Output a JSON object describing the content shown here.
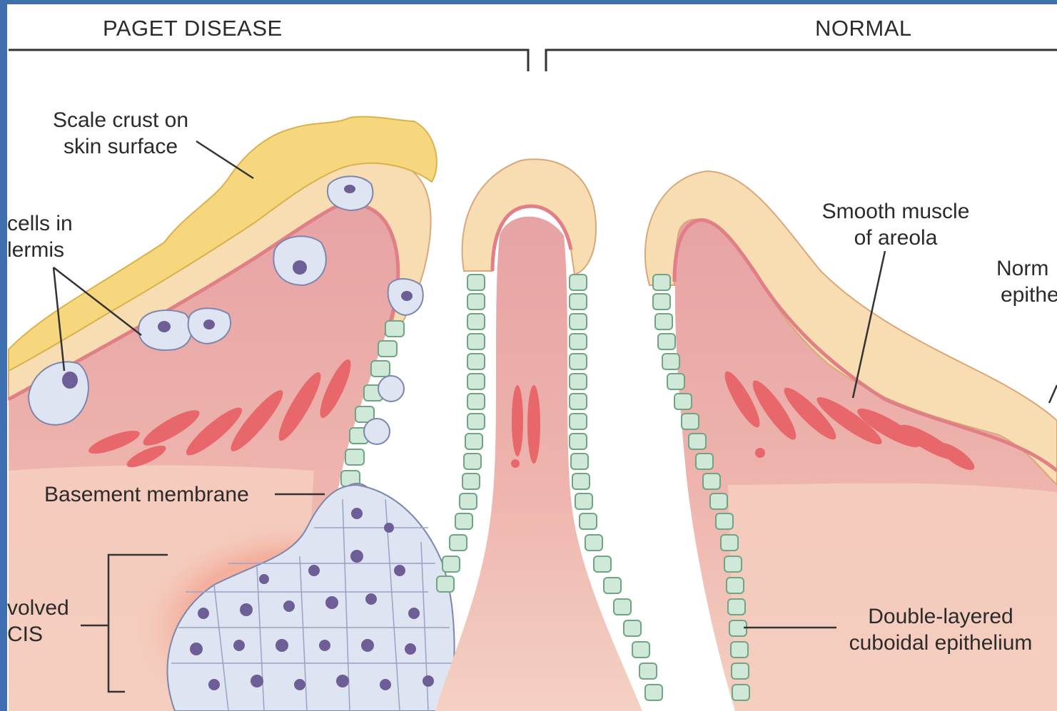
{
  "headers": {
    "left": "PAGET DISEASE",
    "right": "NORMAL"
  },
  "labels": {
    "scale_crust": [
      "Scale crust on",
      "skin surface"
    ],
    "paget_cells": [
      "cells in",
      "lermis"
    ],
    "smooth_muscle": [
      "Smooth muscle",
      "of areola"
    ],
    "normal_epithelium": [
      "Norm",
      "epithe"
    ],
    "basement_membrane": "Basement membrane",
    "involved_dcis": [
      "volved",
      "CIS"
    ],
    "double_layered": [
      "Double-layered",
      "cuboidal epithelium"
    ]
  },
  "colors": {
    "page_border": "#3f6fae",
    "background": "#ffffff",
    "dermis": "#f1c6bd",
    "dermis_dark": "#e8a6a5",
    "epidermis": "#f8dcb2",
    "crust": "#f7d77d",
    "paget_cell": "#dfe4f2",
    "paget_nucleus": "#6e5e96",
    "duct_cell": "#cfe8d7",
    "smooth_muscle": "#e8676a",
    "line": "#333333"
  }
}
